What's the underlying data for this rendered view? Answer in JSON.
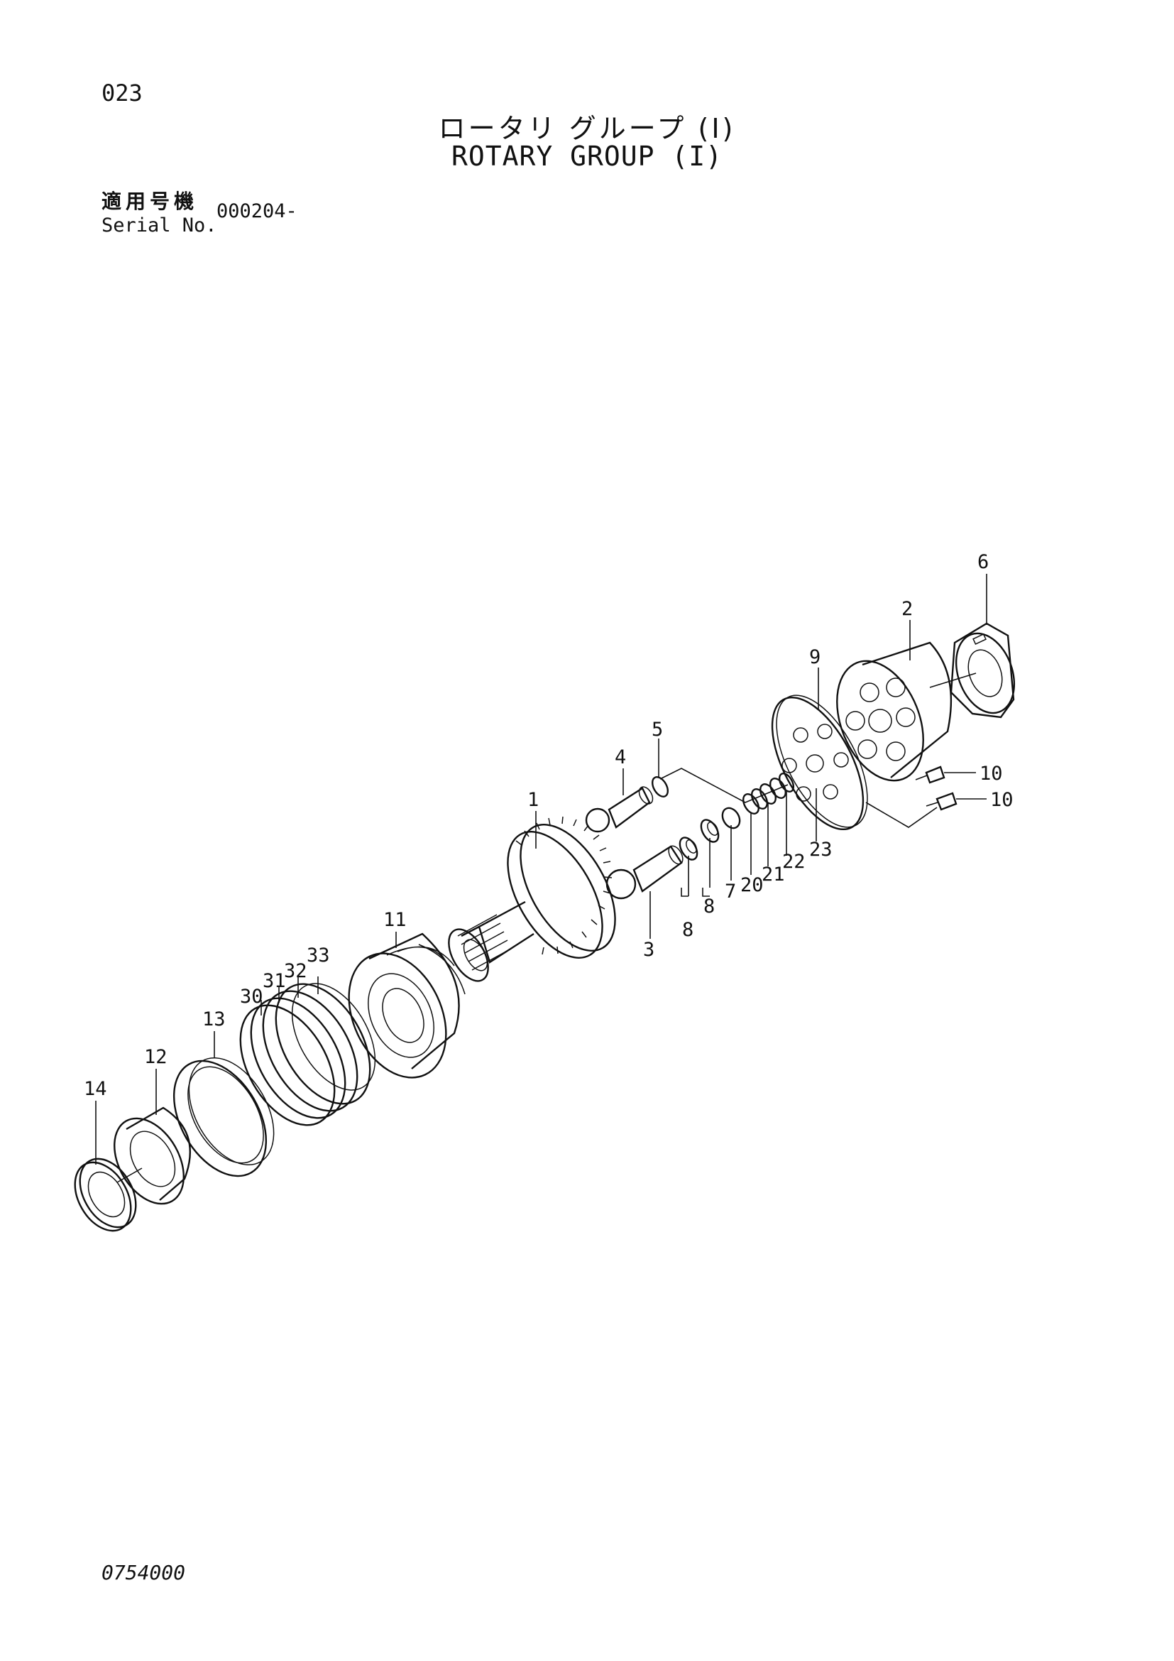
{
  "header": {
    "page_number": "023",
    "title_jp": "ロータリ グループ (I)",
    "title_en": "ROTARY GROUP (I)"
  },
  "serial": {
    "label_jp": "適用号機",
    "label_en": "Serial No.",
    "value": "000204-"
  },
  "footer": {
    "doc_code": "0754000"
  },
  "callouts": {
    "c1": "1",
    "c2": "2",
    "c3": "3",
    "c4": "4",
    "c5": "5",
    "c6": "6",
    "c7": "7",
    "c8a": "8",
    "c8b": "8",
    "c9": "9",
    "c10a": "10",
    "c10b": "10",
    "c11": "11",
    "c12": "12",
    "c13": "13",
    "c14": "14",
    "c20": "20",
    "c21": "21",
    "c22": "22",
    "c23": "23",
    "c30": "30",
    "c31": "31",
    "c32": "32",
    "c33": "33"
  }
}
